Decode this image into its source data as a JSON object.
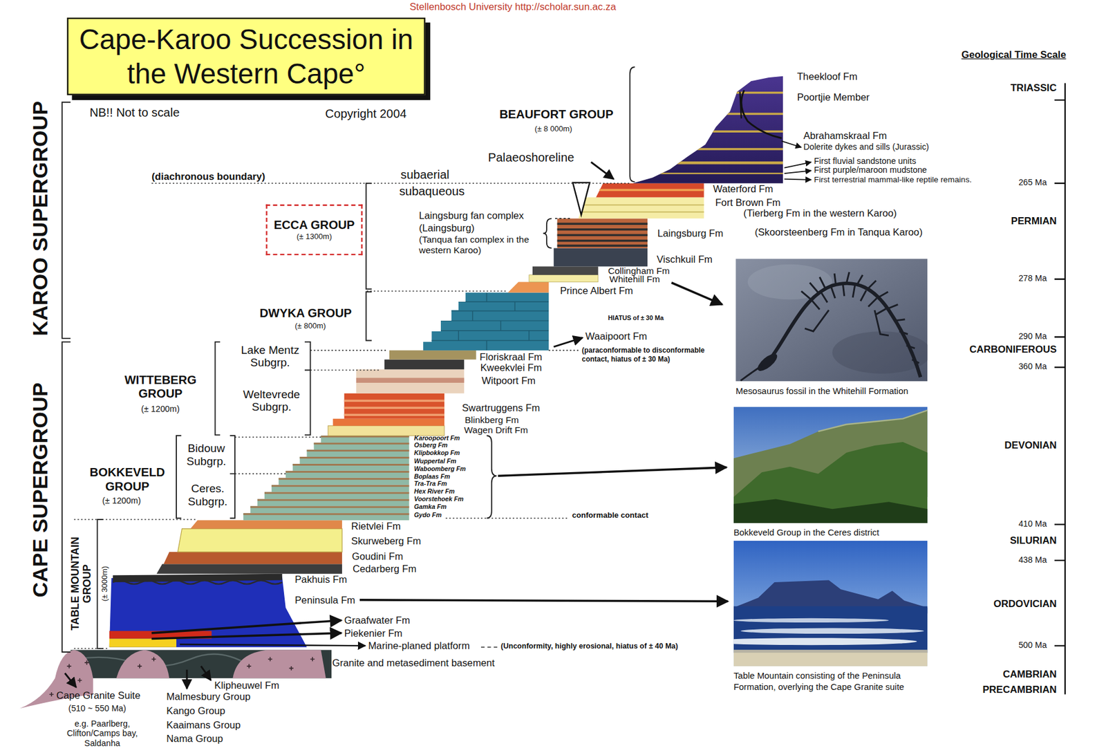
{
  "diagram": {
    "title": "Cape-Karoo Succession in the Western Cape°",
    "nodes": [
      {
        "text": [
          "ECCA GROUP",
          "(± 1300m)"
        ]
      },
      {
        "text": [
          "Mesosaurus fossil in the Whitehill Formation"
        ]
      },
      {
        "text": [
          "Bokkeveld Group in the Ceres district"
        ]
      },
      {
        "text": [
          "Table Mountain consisting of the Peninsula Formation, overlying the Cape Granite suite"
        ]
      }
    ],
    "labels": [
      "Stellenbosch University http://scholar.sun.ac.za",
      "NB!! Not to scale",
      "Copyright 2004",
      "KAROO SUPERGROUP",
      "CAPE SUPERGROUP",
      "Geological Time Scale",
      "TRIASSIC",
      "265 Ma",
      "PERMIAN",
      "278 Ma",
      "290 Ma",
      "CARBONIFEROUS",
      "360 Ma",
      "DEVONIAN",
      "410 Ma",
      "SILURIAN",
      "438 Ma",
      "ORDOVICIAN",
      "500 Ma",
      "CAMBRIAN",
      "PRECAMBRIAN",
      "BEAUFORT GROUP",
      "(± 8 000m)",
      "Theekloof Fm",
      "Poortjie Member",
      "Abrahamskraal Fm",
      "Dolerite dykes and sills (Jurassic)",
      "First fluvial sandstone units",
      "First purple/maroon mudstone",
      "First terrestrial mammal-like reptile remains.",
      "(diachronous boundary)",
      "subaerial",
      "subaqueous",
      "Palaeoshoreline",
      "Waterford Fm",
      "Fort Brown Fm",
      "(Tierberg Fm in the western Karoo)",
      "(Skoorsteenberg Fm in Tanqua Karoo)",
      "Laingsburg Fm",
      "Vischkuil Fm",
      "Collingham Fm",
      "Whitehill Fm",
      "Prince Albert Fm",
      "Laingsburg fan complex",
      "(Laingsburg)",
      "(Tanqua fan complex in the western Karoo)",
      "DWYKA GROUP",
      "(± 800m)",
      "HIATUS of ± 30 Ma",
      "Waaipoort Fm",
      "(paraconformable to disconformable contact, hiatus of ± 30 Ma)",
      "Floriskraal Fm",
      "Kweekvlei Fm",
      "Witpoort Fm",
      "Lake Mentz Subgrp.",
      "Weltevrede Subgrp.",
      "WITTEBERG GROUP",
      "(± 1200m)",
      "Swartruggens Fm",
      "Blinkberg Fm",
      "Wagen Drift Fm",
      "Karoopoort Fm",
      "Osberg Fm",
      "Klipbokkop Fm",
      "Wuppertal Fm",
      "Waboomberg Fm",
      "Boplaas Fm",
      "Tra-Tra Fm",
      "Hex River Fm",
      "Voorstehoek Fm",
      "Gamka Fm",
      "Gydo Fm",
      "conformable contact",
      "Bidouw Subgrp.",
      "Ceres. Subgrp.",
      "BOKKEVELD GROUP",
      "(± 1200m)",
      "Rietvlei Fm",
      "Skurweberg Fm",
      "Goudini Fm",
      "Cedarberg Fm",
      "Pakhuis Fm",
      "Peninsula Fm",
      "Graafwater Fm",
      "Piekenier Fm",
      "Marine-planed platform",
      "(Unconformity, highly erosional, hiatus of ± 40 Ma)",
      "Granite and metasediment basement",
      "TABLE MOUNTAIN GROUP",
      "(± 3000m)",
      "Cape Granite Suite",
      "(510 ~ 550 Ma)",
      "e.g. Paarlberg, Clifton/Camps bay, Saldanha",
      "Klipheuwel Fm",
      "Malmesbury Group",
      "Kango Group",
      "Kaaimans Group",
      "Nama Group"
    ]
  }
}
